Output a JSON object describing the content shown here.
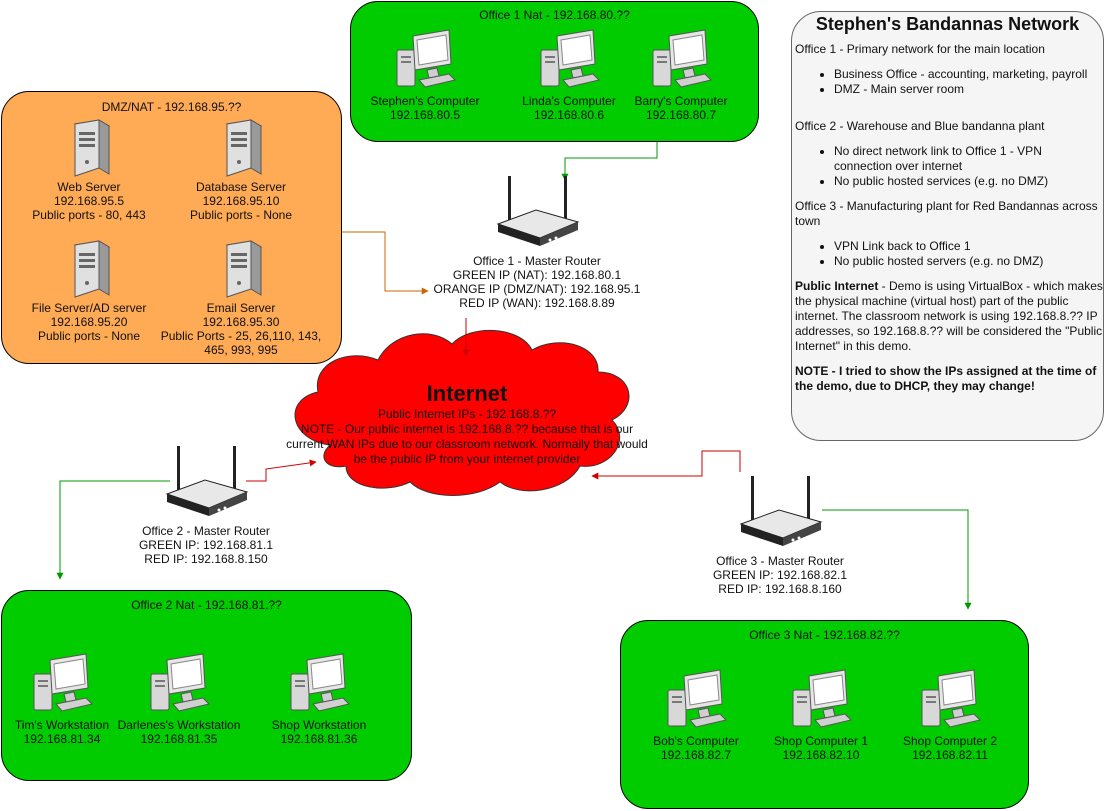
{
  "offices": {
    "office1": {
      "title": "Office 1 Nat - 192.168.80.??",
      "color": "#00cc00",
      "computers": [
        {
          "name": "Stephen's Computer",
          "ip": "192.168.80.5"
        },
        {
          "name": "Linda's Computer",
          "ip": "192.168.80.6"
        },
        {
          "name": "Barry's Computer",
          "ip": "192.168.80.7"
        }
      ]
    },
    "office2": {
      "title": "Office 2 Nat - 192.168.81.??",
      "color": "#00cc00",
      "computers": [
        {
          "name": "Tim's Workstation",
          "ip": "192.168.81.34"
        },
        {
          "name": "Darlenes's Workstation",
          "ip": "192.168.81.35"
        },
        {
          "name": "Shop Workstation",
          "ip": "192.168.81.36"
        }
      ]
    },
    "office3": {
      "title": "Office 3 Nat - 192.168.82.??",
      "color": "#00cc00",
      "computers": [
        {
          "name": "Bob's Computer",
          "ip": "192.168.82.7"
        },
        {
          "name": "Shop Computer 1",
          "ip": "192.168.82.10"
        },
        {
          "name": "Shop Computer 2",
          "ip": "192.168.82.11"
        }
      ]
    },
    "dmz": {
      "title": "DMZ/NAT - 192.168.95.??",
      "color": "#ffaa55",
      "servers": [
        {
          "name": "Web Server",
          "ip": "192.168.95.5",
          "ports": "Public ports - 80, 443"
        },
        {
          "name": "Database Server",
          "ip": "192.168.95.10",
          "ports": "Public ports - None"
        },
        {
          "name": "File Server/AD server",
          "ip": "192.168.95.20",
          "ports": "Public ports - None"
        },
        {
          "name": "Email Server",
          "ip": "192.168.95.30",
          "ports": "Public Ports - 25, 26,110, 143,",
          "ports2": "465, 993, 995"
        }
      ]
    }
  },
  "routers": {
    "r1": {
      "title": "Office 1 - Master Router",
      "green": "GREEN IP (NAT): 192.168.80.1",
      "orange": "ORANGE IP (DMZ/NAT): 192.168.95.1",
      "red": "RED IP (WAN): 192.168.8.89"
    },
    "r2": {
      "title": "Office 2 - Master Router",
      "green": "GREEN IP: 192.168.81.1",
      "red": "RED IP: 192.168.8.150"
    },
    "r3": {
      "title": "Office 3 - Master Router",
      "green": "GREEN IP: 192.168.82.1",
      "red": "RED IP: 192.168.8.160"
    }
  },
  "internet": {
    "title": "Internet",
    "color": "#ff0000",
    "line1": "Public Internet IPs - 192.168.8.??",
    "line2": "NOTE - Our public internet is 192.168.8.?? because that is our",
    "line3": "current WAN IPs due to our classroom network. Normally that would",
    "line4": "be the public IP from your internet provider"
  },
  "info": {
    "title": "Stephen's Bandannas Network",
    "o1": "Office 1 - Primary network for the main location",
    "o1_items": [
      "Business Office - accounting, marketing, payroll",
      "DMZ - Main server room"
    ],
    "o2": "Office 2 - Warehouse and Blue bandanna plant",
    "o2_items": [
      "No direct network link to Office 1 - VPN connection over internet",
      "No public hosted services (e.g. no DMZ)"
    ],
    "o3": "Office 3 - Manufacturing plant for Red Bandannas across town",
    "o3_items": [
      "VPN Link back to Office 1",
      "No public hosted servers (e.g. no DMZ)"
    ],
    "public_label": "Public Internet",
    "public_text": " - Demo is using VirtualBox - which makes the physical machine (virtual host) part of the public internet. The classroom network is using 192.168.8.?? IP addresses, so 192.168.8.?? will be considered the \"Public Internet\" in this demo.",
    "note": "NOTE - I tried to show the IPs assigned at the time of the demo, due to DHCP, they may change!"
  },
  "colors": {
    "green_link": "#009900",
    "orange_link": "#cc6600",
    "red_link": "#cc0000"
  }
}
